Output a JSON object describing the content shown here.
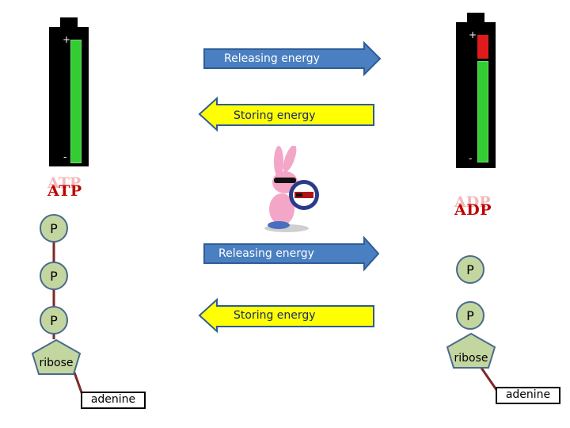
{
  "top": {
    "left_battery": {
      "plus": "+",
      "minus": "-",
      "charge": 1.0
    },
    "right_battery": {
      "plus": "+",
      "minus": "-",
      "charge": 0.72,
      "red_segment": true
    },
    "release_label": "Releasing energy",
    "store_label": "Storing energy"
  },
  "atp": {
    "title": "ATP",
    "phosphates": [
      "P",
      "P",
      "P"
    ],
    "sugar": "ribose",
    "base": "adenine"
  },
  "adp": {
    "title": "ADP",
    "phosphates": [
      "P",
      "P"
    ],
    "sugar": "ribose",
    "base": "adenine"
  },
  "bottom": {
    "release_label": "Releasing energy",
    "store_label": "Storing energy"
  },
  "colors": {
    "battery_green": "#33cc33",
    "battery_red": "#e01b1b",
    "release_arrow": "#4a7fc1",
    "store_arrow": "#ffff00",
    "title_red": "#c00000",
    "node_fill": "#c4d6a0",
    "node_border": "#4a6a8c"
  },
  "icons": {
    "mascot": "pink-bunny-mascot-icon"
  }
}
